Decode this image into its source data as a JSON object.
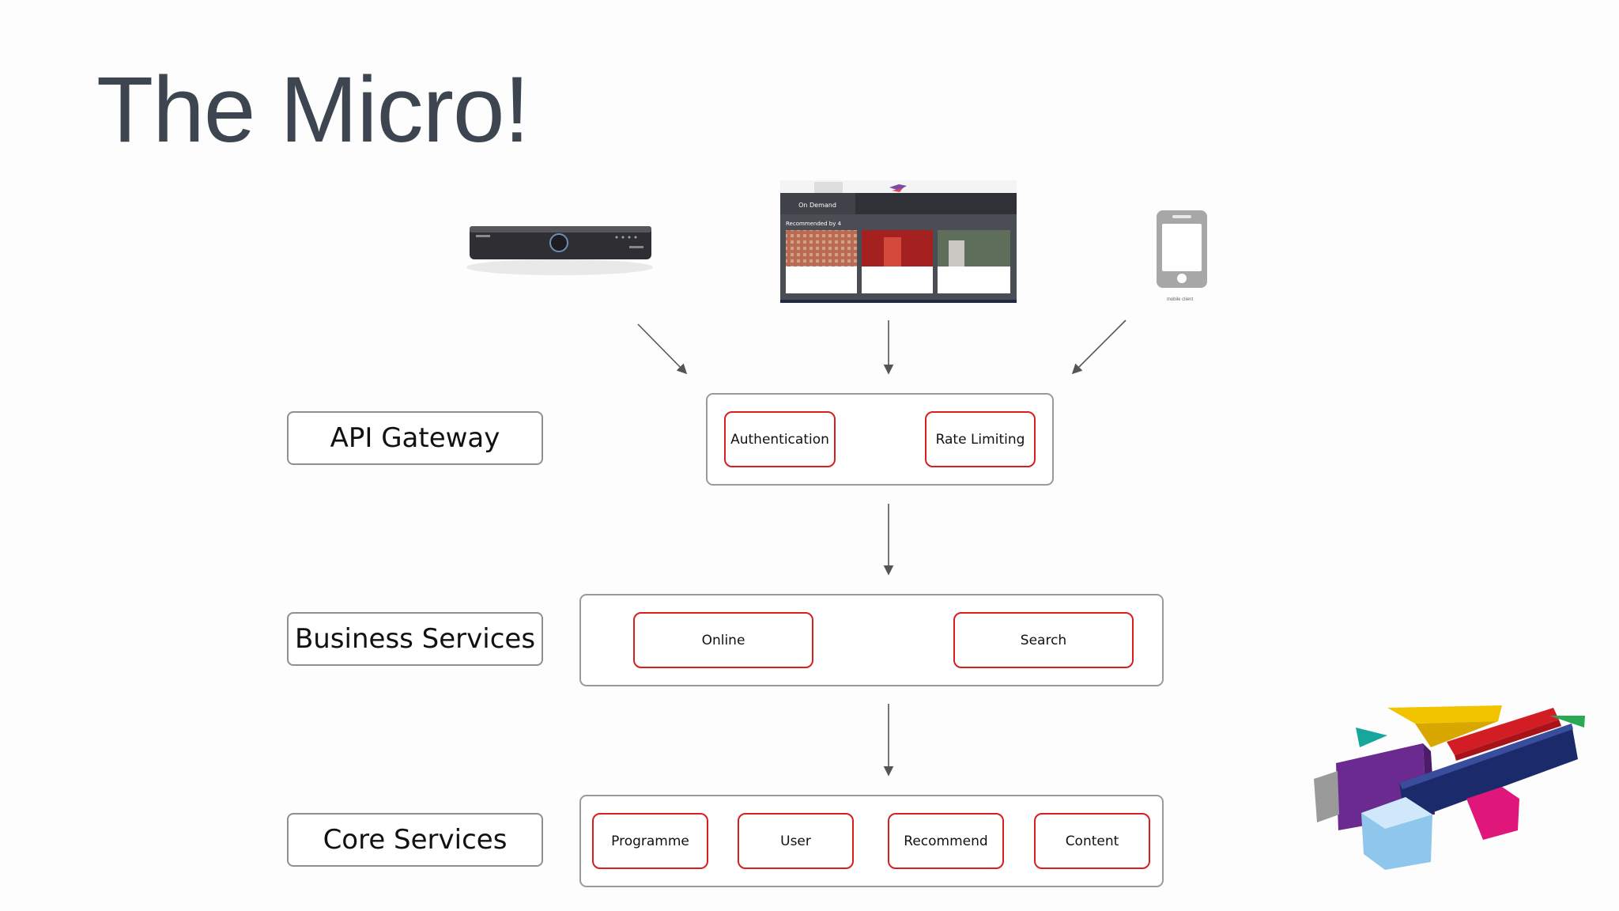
{
  "slide": {
    "title": "The Micro!"
  },
  "clients": {
    "mobile_caption": "mobile client",
    "web_tab": "On Demand",
    "web_section": "Recommended by 4"
  },
  "layers": {
    "gateway": {
      "label": "API Gateway",
      "services": [
        "Authentication",
        "Rate Limiting"
      ]
    },
    "business": {
      "label": "Business Services",
      "services": [
        "Online",
        "Search"
      ]
    },
    "core": {
      "label": "Core Services",
      "services": [
        "Programme",
        "User",
        "Recommend",
        "Content"
      ]
    }
  },
  "colors": {
    "title": "#3d4650",
    "service_border": "#d81e1e",
    "group_border": "#9a9a9a",
    "arrow": "#555555"
  }
}
